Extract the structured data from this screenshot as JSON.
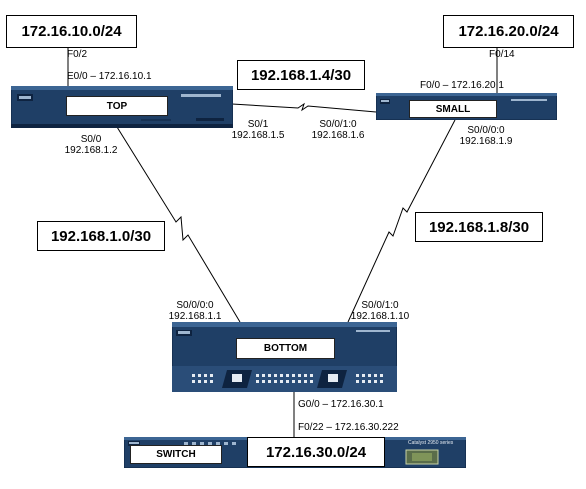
{
  "networks": {
    "lan_top": "172.16.10.0/24",
    "lan_small": "172.16.20.0/24",
    "wan_top_small": "192.168.1.4/30",
    "wan_top_bottom": "192.168.1.0/30",
    "wan_small_bottom": "192.168.1.8/30",
    "lan_switch": "172.16.30.0/24"
  },
  "devices": {
    "top": "TOP",
    "small": "SMALL",
    "bottom": "BOTTOM",
    "switch": "SWITCH",
    "switch_model": "Catalyst 2950 series"
  },
  "interfaces": {
    "top_lan_switch_port": "F0/2",
    "top_e0": "E0/0 – 172.16.10.1",
    "small_lan_switch_port": "F0/14",
    "small_f0": "F0/0 – 172.16.20.1",
    "top_s01": "S0/1",
    "top_s01_ip": "192.168.1.5",
    "small_s010": "S0/0/1:0",
    "small_s010_ip": "192.168.1.6",
    "top_s00": "S0/0",
    "top_s00_ip": "192.168.1.2",
    "small_s000": "S0/0/0:0",
    "small_s000_ip": "192.168.1.9",
    "bottom_s000": "S0/0/0:0",
    "bottom_s000_ip": "192.168.1.1",
    "bottom_s010": "S0/0/1:0",
    "bottom_s010_ip": "192.168.1.10",
    "bottom_g00": "G0/0 – 172.16.30.1",
    "switch_f022": "F0/22 – 172.16.30.222"
  },
  "colors": {
    "chassis": "#1f3f66",
    "chassis_dark": "#0e2340",
    "link": "#000000"
  }
}
